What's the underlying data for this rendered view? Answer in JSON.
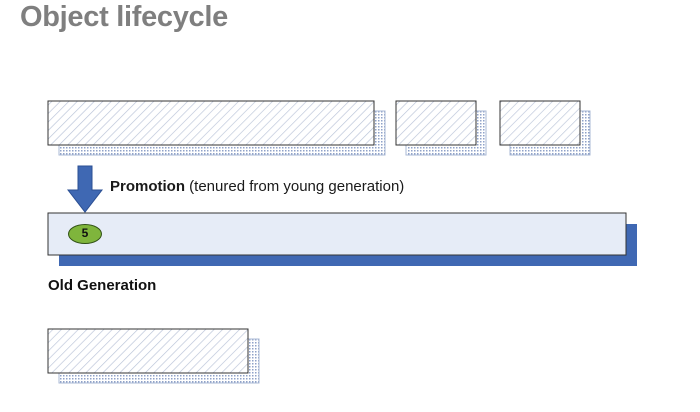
{
  "title": "Object lifecycle",
  "promotion": {
    "label_bold": "Promotion",
    "label_rest": " (tenured from young generation)"
  },
  "old_generation": {
    "label": "Old Generation",
    "object_id": "5"
  },
  "colors": {
    "title": "#7f7f7f",
    "arrow": "#3f68b3",
    "old_gen_fill": "#e6ecf7",
    "old_gen_shadow": "#3f68b3",
    "object_badge": "#7fb53c",
    "hatch": "#a9b8d6"
  }
}
